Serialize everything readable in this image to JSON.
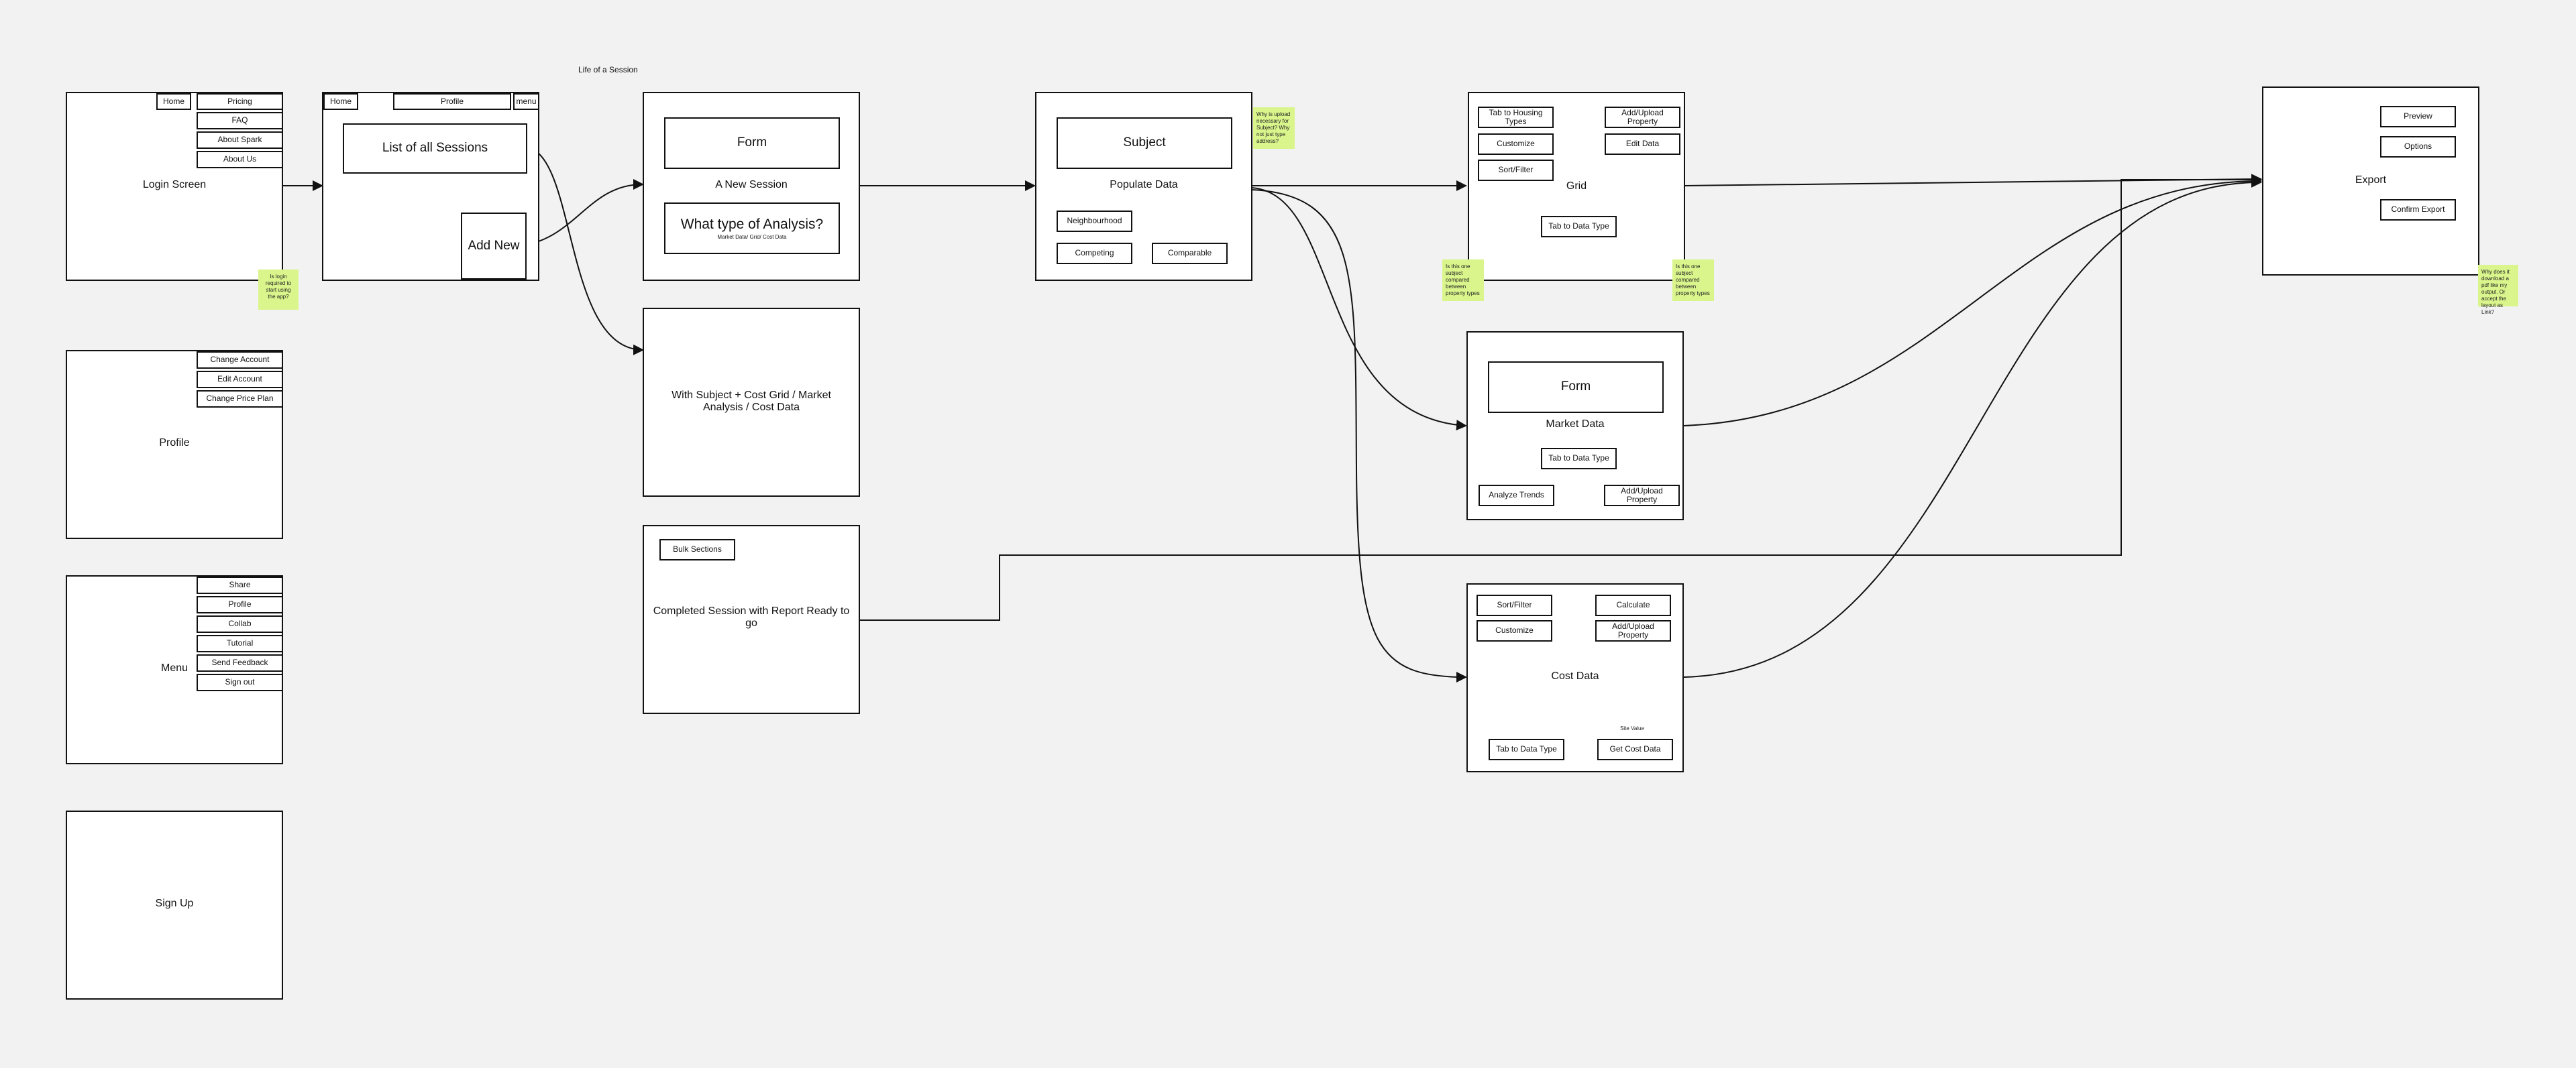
{
  "board": {
    "title": "Life of a Session"
  },
  "login": {
    "label": "Login Screen",
    "home": "Home",
    "menu": [
      "Pricing",
      "FAQ",
      "About Spark",
      "About Us"
    ],
    "note": "Is login required to start using the app?"
  },
  "profile_screen": {
    "label": "Profile",
    "menu": [
      "Change Account",
      "Edit Account",
      "Change Price Plan"
    ]
  },
  "menu_screen": {
    "label": "Menu",
    "items": [
      "Share",
      "Profile",
      "Collab",
      "Tutorial",
      "Send Feedback",
      "Sign out"
    ]
  },
  "signup": {
    "label": "Sign Up"
  },
  "sessions": {
    "home": "Home",
    "profile": "Profile",
    "menu": "menu",
    "list": "List of all Sessions",
    "add_new": "Add New"
  },
  "new_session": {
    "form": "Form",
    "label": "A New Session",
    "analysis_title": "What type of Analysis?",
    "analysis_sub": "Market Data/ Grid/ Cost Data"
  },
  "with_subject": {
    "label": "With Subject + Cost Grid / Market Analysis / Cost Data"
  },
  "completed": {
    "bulk": "Bulk Sections",
    "label": "Completed Session with Report Ready to go"
  },
  "subject": {
    "title": "Subject",
    "label": "Populate Data",
    "buttons": [
      "Neighbourhood",
      "Competing",
      "Comparable"
    ],
    "note": "Why is upload necessary for Subject? Why not just type address?"
  },
  "grid": {
    "label": "Grid",
    "buttons": [
      "Tab to Housing Types",
      "Customize",
      "Sort/Filter",
      "Add/Upload Property",
      "Edit Data",
      "Tab to Data Type"
    ],
    "note_left": "Is this one subject compared between property types",
    "note_right": "Is this one subject compared between property types"
  },
  "market": {
    "form": "Form",
    "label": "Market Data",
    "buttons": [
      "Tab to Data Type",
      "Analyze Trends",
      "Add/Upload Property"
    ]
  },
  "cost": {
    "label": "Cost Data",
    "buttons": [
      "Sort/Filter",
      "Customize",
      "Calculate",
      "Add/Upload Property",
      "Tab to Data Type",
      "Get Cost Data"
    ],
    "site_value": "Site Value"
  },
  "export": {
    "label": "Export",
    "buttons": [
      "Preview",
      "Options",
      "Confirm Export"
    ],
    "note": "Why does it download a pdf like my output. Or accept the layout as Link?"
  }
}
